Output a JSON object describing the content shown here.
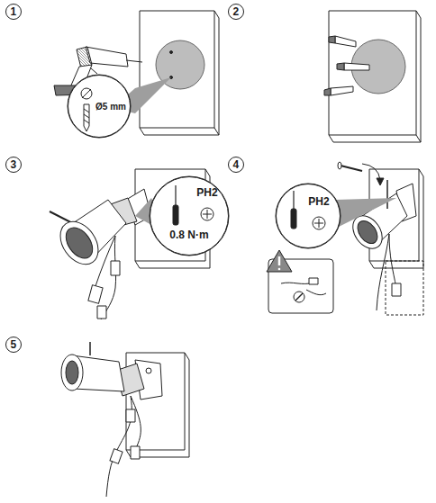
{
  "diagram": {
    "nodes": [
      {
        "text": [
          "1"
        ]
      },
      {
        "text": [
          "Ø5 mm"
        ]
      },
      {
        "text": [
          "2"
        ]
      },
      {
        "text": [
          "3"
        ]
      },
      {
        "text": [
          "PH2",
          "0.8 N·m"
        ]
      },
      {
        "text": [
          "4"
        ]
      },
      {
        "text": [
          "PH2"
        ]
      },
      {
        "text": [
          "5"
        ]
      }
    ]
  }
}
